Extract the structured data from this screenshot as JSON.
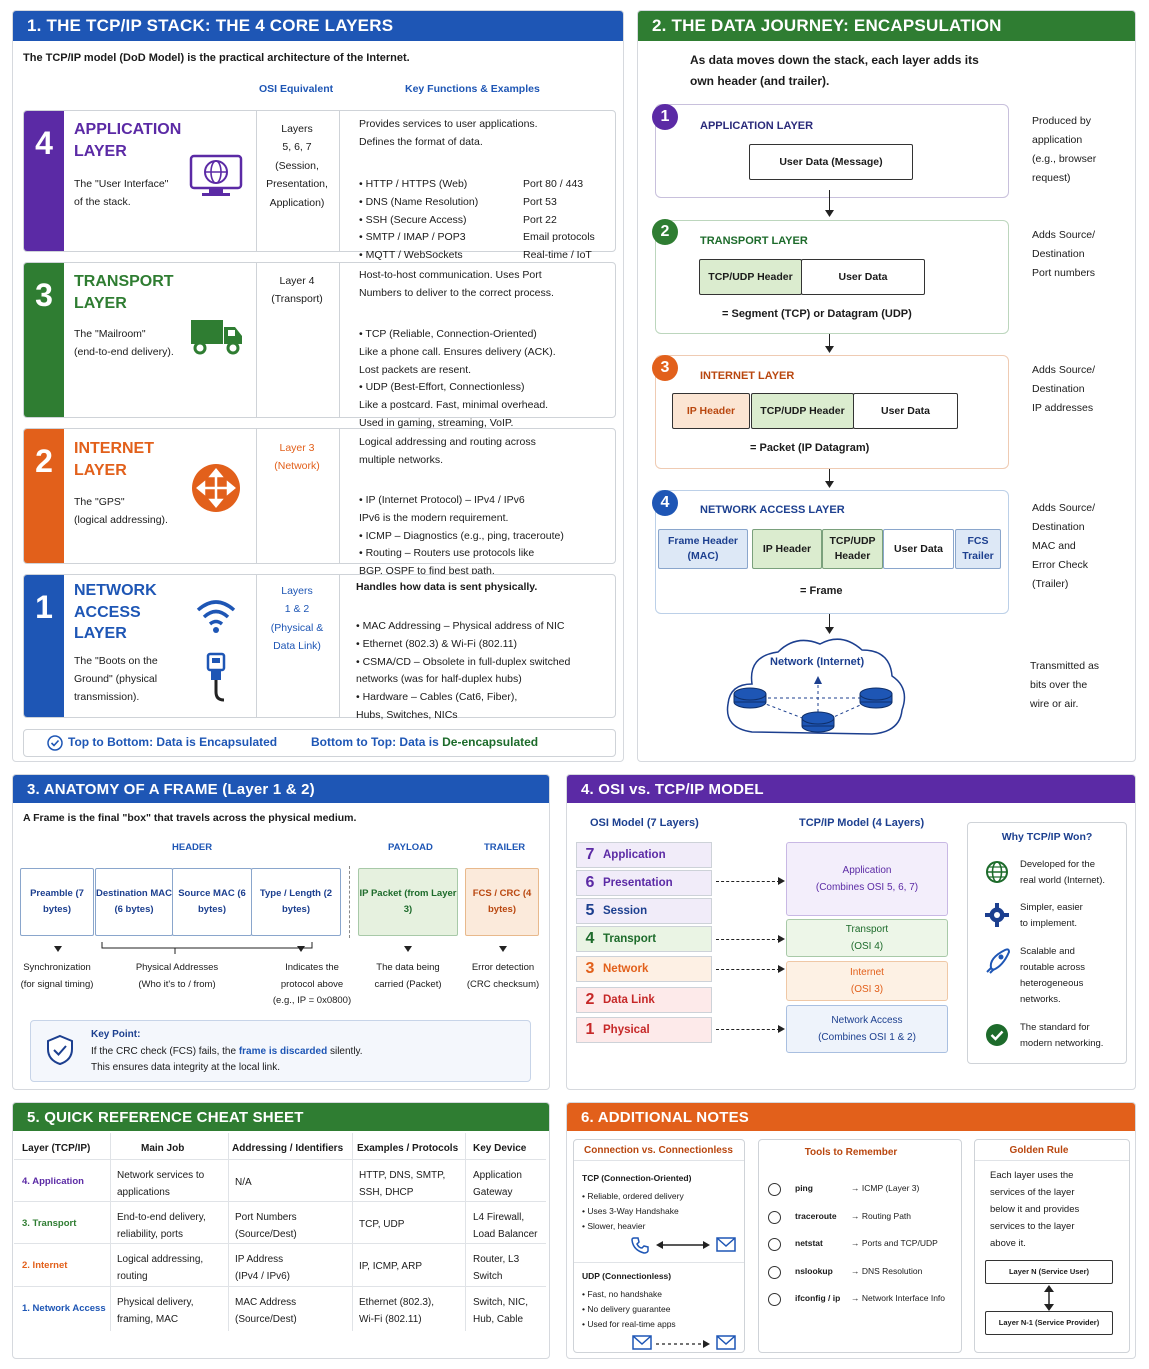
{
  "colors": {
    "purple": "#5b2aa5",
    "green": "#2f7d32",
    "orange": "#e2601b",
    "blue": "#1e56b5",
    "navy": "#1c3f8f",
    "darkgreen": "#1d6b2b"
  },
  "p1": {
    "title": "1.  THE TCP/IP STACK: THE 4 CORE LAYERS",
    "intro": "The TCP/IP model (DoD Model) is the practical architecture of the Internet.",
    "col_osi": "OSI Equivalent",
    "col_key": "Key Functions & Examples",
    "layers": [
      {
        "num": "4",
        "name": "APPLICATION\nLAYER",
        "desc": "The \"User Interface\"\nof the stack.",
        "osi": "Layers\n5, 6, 7\n(Session,\nPresentation,\nApplication)",
        "func": "Provides services to user applications.\nDefines the format of data.",
        "items": [
          "•  HTTP / HTTPS (Web)",
          "•  DNS (Name Resolution)",
          "•  SSH (Secure Access)",
          "•  SMTP / IMAP / POP3",
          "•  MQTT / WebSockets"
        ],
        "ports": [
          "Port 80 / 443",
          "Port 53",
          "Port 22",
          "Email protocols",
          "Real-time / IoT"
        ],
        "icon": "monitor-globe-icon"
      },
      {
        "num": "3",
        "name": "TRANSPORT\nLAYER",
        "desc": "The \"Mailroom\"\n(end-to-end delivery).",
        "osi": "Layer 4\n(Transport)",
        "func": "Host-to-host communication. Uses Port\nNumbers to deliver to the correct process.",
        "items": [
          "•  TCP (Reliable, Connection-Oriented)\n     Like a phone call. Ensures delivery (ACK).\n     Lost packets are resent.",
          "•  UDP (Best-Effort, Connectionless)\n     Like a postcard. Fast, minimal overhead.\n     Used in gaming, streaming, VoIP."
        ],
        "icon": "truck-icon"
      },
      {
        "num": "2",
        "name": "INTERNET\nLAYER",
        "desc": "The \"GPS\"\n(logical addressing).",
        "osi": "Layer 3\n(Network)",
        "func": "Logical addressing and routing across\nmultiple networks.",
        "items": [
          "•  IP (Internet Protocol) – IPv4 / IPv6\n     IPv6 is the modern requirement.",
          "•  ICMP – Diagnostics (e.g., ping, traceroute)",
          "•  Routing – Routers use protocols like\n     BGP, OSPF to find best path."
        ],
        "icon": "router-icon"
      },
      {
        "num": "1",
        "name": "NETWORK\nACCESS\nLAYER",
        "desc": "The \"Boots on the\nGround\" (physical\ntransmission).",
        "osi": "Layers\n1 & 2\n(Physical &\nData Link)",
        "func": "Handles how data is sent physically.",
        "items": [
          "•  MAC Addressing – Physical address of NIC",
          "•  Ethernet (802.3) & Wi-Fi (802.11)",
          "•  CSMA/CD – Obsolete in full-duplex switched\n     networks (was for half-duplex hubs)",
          "•  Hardware – Cables (Cat6, Fiber),\n     Hubs, Switches, NICs"
        ],
        "icon": "wifi-icon"
      }
    ],
    "footer_left": "Top to Bottom: Data is Encapsulated",
    "footer_right_a": "Bottom to Top: Data is ",
    "footer_right_b": "De-encapsulated"
  },
  "p2": {
    "title": "2.  THE DATA JOURNEY: ENCAPSULATION",
    "intro": "As data moves down the stack, each layer adds its\nown header (and trailer).",
    "steps": [
      {
        "n": "1",
        "title": "APPLICATION LAYER",
        "side": "Produced by\napplication\n(e.g., browser\nrequest)",
        "boxes": [
          "User Data (Message)"
        ]
      },
      {
        "n": "2",
        "title": "TRANSPORT LAYER",
        "side": "Adds Source/\nDestination\nPort numbers",
        "boxes": [
          "TCP/UDP Header",
          "User Data"
        ],
        "result": "= Segment (TCP) or Datagram (UDP)"
      },
      {
        "n": "3",
        "title": "INTERNET LAYER",
        "side": "Adds Source/\nDestination\nIP addresses",
        "boxes": [
          "IP Header",
          "TCP/UDP Header",
          "User Data"
        ],
        "result": "= Packet (IP Datagram)"
      },
      {
        "n": "4",
        "title": "NETWORK ACCESS LAYER",
        "side": "Adds Source/\nDestination\nMAC and\nError Check\n(Trailer)",
        "boxes": [
          "Frame Header\n(MAC)",
          "IP Header",
          "TCP/UDP\nHeader",
          "User\nData",
          "FCS\nTrailer"
        ],
        "result": "= Frame"
      }
    ],
    "cloud": "Network (Internet)",
    "cloud_side": "Transmitted as\nbits over the\nwire or air."
  },
  "p3": {
    "title": "3.  ANATOMY OF A FRAME (Layer 1 & 2)",
    "intro": "A Frame is the final \"box\" that travels across the physical medium.",
    "sec_header": "HEADER",
    "sec_payload": "PAYLOAD",
    "sec_trailer": "TRAILER",
    "fields": [
      "Preamble\n(7 bytes)",
      "Destination\nMAC\n(6 bytes)",
      "Source\nMAC\n(6 bytes)",
      "Type / Length\n(2 bytes)",
      "IP Packet\n(from Layer 3)",
      "FCS / CRC\n(4 bytes)"
    ],
    "captions": [
      "Synchronization\n(for signal timing)",
      "Physical Addresses\n(Who it's to / from)",
      "Indicates the\nprotocol above\n(e.g., IP = 0x0800)",
      "The data being\ncarried (Packet)",
      "Error detection\n(CRC checksum)"
    ],
    "key_title": "Key Point:",
    "key_a": "If the CRC check (FCS) fails, the ",
    "key_b": "frame is discarded",
    "key_c": " silently.",
    "key_d": "This ensures data integrity at the local link."
  },
  "p4": {
    "title": "4.  OSI vs. TCP/IP MODEL",
    "osi_head": "OSI Model (7 Layers)",
    "tcp_head": "TCP/IP Model (4 Layers)",
    "osi": [
      {
        "n": "7",
        "name": "Application"
      },
      {
        "n": "6",
        "name": "Presentation"
      },
      {
        "n": "5",
        "name": "Session"
      },
      {
        "n": "4",
        "name": "Transport"
      },
      {
        "n": "3",
        "name": "Network"
      },
      {
        "n": "2",
        "name": "Data Link"
      },
      {
        "n": "1",
        "name": "Physical"
      }
    ],
    "tcp": [
      "Application\n(Combines OSI 5, 6, 7)",
      "Transport\n(OSI 4)",
      "Internet\n(OSI 3)",
      "Network Access\n(Combines OSI 1 & 2)"
    ],
    "why_title": "Why TCP/IP Won?",
    "why": [
      "Developed for the\nreal world (Internet).",
      "Simpler, easier\nto implement.",
      "Scalable and\nroutable across\nheterogeneous\nnetworks.",
      "The standard for\nmodern networking."
    ]
  },
  "p5": {
    "title": "5.  QUICK REFERENCE CHEAT SHEET",
    "headers": [
      "Layer (TCP/IP)",
      "Main Job",
      "Addressing / Identifiers",
      "Examples / Protocols",
      "Key Device"
    ],
    "rows": [
      [
        "4. Application",
        "Network services to\napplications",
        "N/A",
        "HTTP, DNS, SMTP,\nSSH, DHCP",
        "Application\nGateway"
      ],
      [
        "3. Transport",
        "End-to-end delivery,\nreliability, ports",
        "Port Numbers\n(Source/Dest)",
        "TCP, UDP",
        "L4 Firewall,\nLoad Balancer"
      ],
      [
        "2. Internet",
        "Logical addressing,\nrouting",
        "IP Address\n(IPv4 / IPv6)",
        "IP, ICMP, ARP",
        "Router, L3\nSwitch"
      ],
      [
        "1. Network Access",
        "Physical delivery,\nframing, MAC",
        "MAC Address\n(Source/Dest)",
        "Ethernet (802.3),\nWi-Fi (802.11)",
        "Switch, NIC,\nHub, Cable"
      ]
    ]
  },
  "p6": {
    "title": "6.  ADDITIONAL NOTES",
    "conn_title": "Connection vs. Connectionless",
    "tcp_title": "TCP (Connection-Oriented)",
    "tcp_items": "•  Reliable, ordered delivery\n•  Uses 3-Way Handshake\n•  Slower, heavier",
    "udp_title": "UDP (Connectionless)",
    "udp_items": "•  Fast, no handshake\n•  No delivery guarantee\n•  Used for real-time apps",
    "tools_title": "Tools to Remember",
    "tools": [
      [
        "ping",
        "→  ICMP (Layer 3)"
      ],
      [
        "traceroute",
        "→  Routing Path"
      ],
      [
        "netstat",
        "→  Ports and TCP/UDP"
      ],
      [
        "nslookup",
        "→  DNS Resolution"
      ],
      [
        "ifconfig / ip",
        "→  Network Interface Info"
      ]
    ],
    "golden_title": "Golden Rule",
    "golden": "Each layer uses the\nservices of the layer\nbelow it and provides\nservices to the layer\nabove it.",
    "golden_top": "Layer N (Service User)",
    "golden_bot": "Layer N-1 (Service Provider)"
  }
}
